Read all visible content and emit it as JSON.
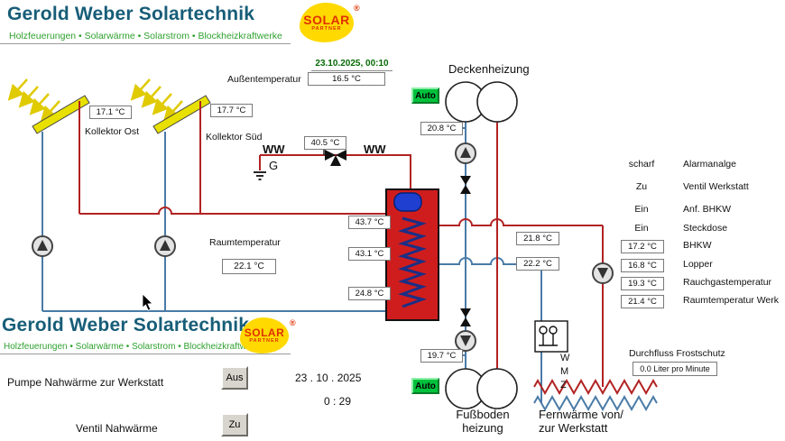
{
  "colors": {
    "title_teal": "#175d78",
    "accent_green": "#2fa12f",
    "pipe_hot_red": "#b22222",
    "pipe_cold_blue": "#4a7ba7",
    "tank_red": "#cf1d1d",
    "collector_yellow": "#e8e000",
    "auto_button_green": "#00c13c",
    "logo_yellow": "#ffd900",
    "logo_red": "#e03000",
    "datetime_green": "#066a06"
  },
  "header": {
    "title": "Gerold Weber Solartechnik",
    "subtitle": "Holzfeuerungen • Solarwärme • Solarstrom • Blockheizkraftwerke",
    "logo_line1": "SOLAR",
    "logo_line2": "PARTNER",
    "logo_reg": "®"
  },
  "top": {
    "datetime": "23.10.2025,  00:10",
    "aussentemperatur_label": "Außentemperatur",
    "aussentemperatur": "16.5 °C"
  },
  "collectors": {
    "ost_label": "Kollektor Ost",
    "ost_temp": "17.1 °C",
    "sued_label": "Kollektor Süd",
    "sued_temp": "17.7 °C"
  },
  "ww": {
    "left": "WW",
    "right": "WW",
    "g": "G",
    "temp": "40.5 °C"
  },
  "tank": {
    "temp_top": "43.7 °C",
    "temp_mid": "43.1 °C",
    "temp_bottom": "24.8 °C"
  },
  "room": {
    "label": "Raumtemperatur",
    "temp": "22.1 °C"
  },
  "decken": {
    "label": "Deckenheizung",
    "auto": "Auto",
    "temp": "20.8 °C"
  },
  "mid": {
    "temp1": "21.8 °C",
    "temp2": "22.2 °C"
  },
  "fussboden": {
    "label1": "Fußboden",
    "label2": "heizung",
    "auto": "Auto",
    "temp": "19.7 °C"
  },
  "fernwaerme": {
    "label1": "Fernwärme von/",
    "label2": "zur Werkstatt",
    "w": "W",
    "m": "M",
    "z": "Z"
  },
  "status": [
    {
      "value": "scharf",
      "label": "Alarmanalge"
    },
    {
      "value": "Zu",
      "label": "Ventil Werkstatt"
    },
    {
      "value": "Ein",
      "label": "Anf. BHKW"
    },
    {
      "value": "Ein",
      "label": "Steckdose"
    },
    {
      "value": "17.2 °C",
      "label": "BHKW"
    },
    {
      "value": "16.8 °C",
      "label": "Lopper"
    },
    {
      "value": "19.3 °C",
      "label": "Rauchgastemperatur"
    },
    {
      "value": "21.4 °C",
      "label": "Raumtemperatur Werk"
    }
  ],
  "durchfluss": {
    "label": "Durchfluss Frostschutz",
    "value": "0.0 Liter pro Minute"
  },
  "controls": {
    "pumpe_label": "Pumpe Nahwärme zur Werkstatt",
    "pumpe_state": "Aus",
    "ventil_label": "Ventil Nahwärme",
    "ventil_state": "Zu"
  },
  "bottom": {
    "date": "23 . 10 . 2025",
    "time": "0 : 29"
  }
}
